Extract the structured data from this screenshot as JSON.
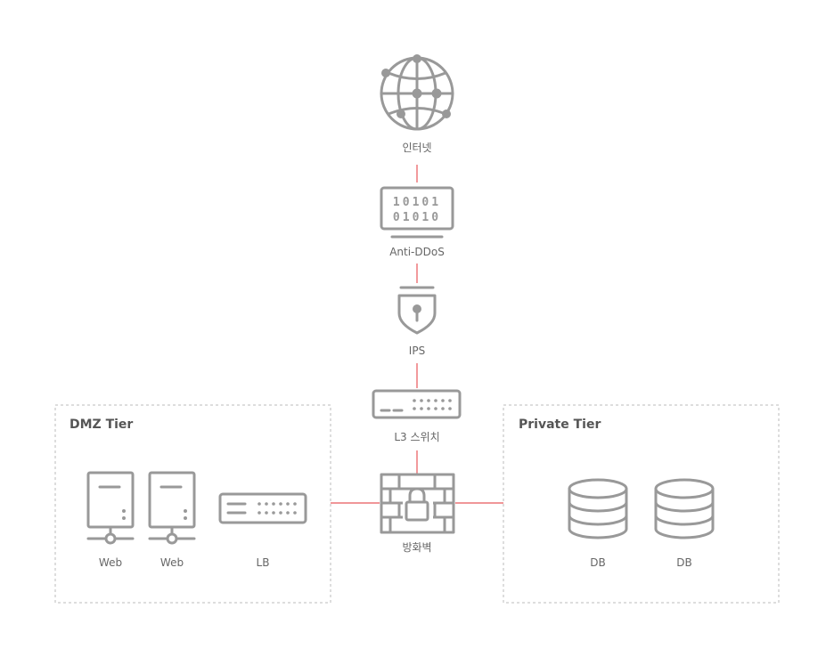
{
  "nodes": {
    "internet": "인터넷",
    "anti_ddos": "Anti-DDoS",
    "ips": "IPS",
    "l3_switch": "L3 스위치",
    "firewall": "방화벽"
  },
  "tiers": {
    "dmz": {
      "title": "DMZ Tier",
      "items": [
        "Web",
        "Web",
        "LB"
      ]
    },
    "private": {
      "title": "Private Tier",
      "items": [
        "DB",
        "DB"
      ]
    }
  },
  "anti_ddos_digits": [
    "10101",
    "01010"
  ],
  "colors": {
    "link": "#e8585a",
    "icon": "#999999",
    "tier_border": "#bbbbbb"
  }
}
